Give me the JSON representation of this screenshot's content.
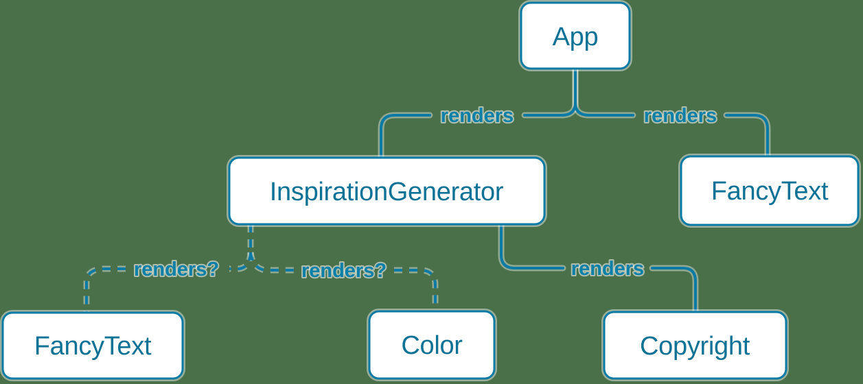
{
  "diagram": {
    "background_color": "#497049",
    "accent_color": "#0b7aa4",
    "node_fill_color": "#ffffff",
    "nodes": {
      "app": {
        "label": "App"
      },
      "inspiration_generator": {
        "label": "InspirationGenerator"
      },
      "fancy_text_top": {
        "label": "FancyText"
      },
      "fancy_text_bottom": {
        "label": "FancyText"
      },
      "color": {
        "label": "Color"
      },
      "copyright": {
        "label": "Copyright"
      }
    },
    "edges": {
      "app_to_inspiration_generator": {
        "label": "renders",
        "style": "solid"
      },
      "app_to_fancy_text": {
        "label": "renders",
        "style": "solid"
      },
      "inspiration_generator_to_fancy_text": {
        "label": "renders?",
        "style": "dashed"
      },
      "inspiration_generator_to_color": {
        "label": "renders?",
        "style": "dashed"
      },
      "inspiration_generator_to_copyright": {
        "label": "renders",
        "style": "solid"
      }
    }
  }
}
